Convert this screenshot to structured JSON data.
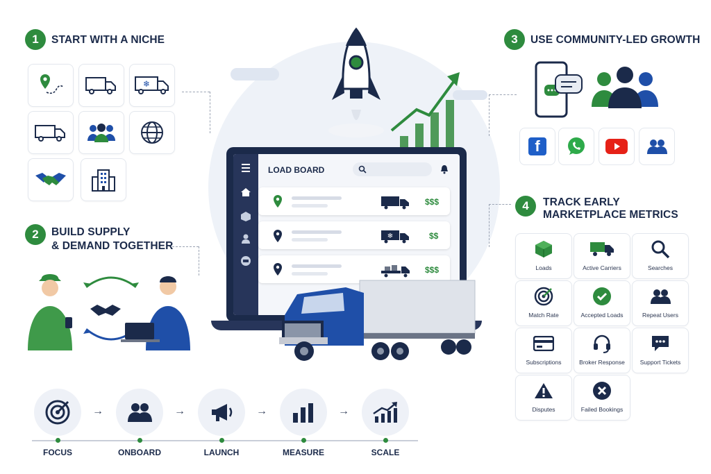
{
  "steps": {
    "s1": {
      "num": "1",
      "title": "START WITH A NICHE"
    },
    "s2": {
      "num": "2",
      "title_line1": "BUILD SUPPLY",
      "title_line2": "& DEMAND TOGETHER"
    },
    "s3": {
      "num": "3",
      "title": "USE COMMUNITY-LED GROWTH"
    },
    "s4": {
      "num": "4",
      "title_line1": "TRACK EARLY",
      "title_line2": "MARKETPLACE METRICS"
    }
  },
  "niche_icons": [
    "route-icon",
    "box-truck-icon",
    "refrigerated-truck-icon",
    "flatbed-truck-icon",
    "community-icon",
    "globe-icon",
    "handshake-icon",
    "building-icon"
  ],
  "social_icons": [
    "facebook-icon",
    "whatsapp-icon",
    "youtube-icon",
    "group-icon"
  ],
  "load_board": {
    "title": "LOAD BOARD",
    "rows": [
      {
        "price": "$$$",
        "truck": "box-truck-icon"
      },
      {
        "price": "$$",
        "truck": "refrigerated-truck-icon"
      },
      {
        "price": "$$$",
        "truck": "flatbed-truck-icon"
      }
    ]
  },
  "metrics": [
    {
      "label": "Loads",
      "icon": "cube-icon"
    },
    {
      "label": "Active Carriers",
      "icon": "truck-icon"
    },
    {
      "label": "Searches",
      "icon": "magnifier-icon"
    },
    {
      "label": "Match Rate",
      "icon": "target-icon"
    },
    {
      "label": "Accepted Loads",
      "icon": "check-circle-icon"
    },
    {
      "label": "Repeat Users",
      "icon": "users-icon"
    },
    {
      "label": "Subscriptions",
      "icon": "credit-card-icon"
    },
    {
      "label": "Broker Response",
      "icon": "headset-icon"
    },
    {
      "label": "Support Tickets",
      "icon": "chat-bubble-icon"
    },
    {
      "label": "Disputes",
      "icon": "warning-icon"
    },
    {
      "label": "Failed Bookings",
      "icon": "x-circle-icon"
    }
  ],
  "flow": [
    {
      "label": "FOCUS",
      "icon": "target-icon"
    },
    {
      "label": "ONBOARD",
      "icon": "users-icon"
    },
    {
      "label": "LAUNCH",
      "icon": "megaphone-icon"
    },
    {
      "label": "MEASURE",
      "icon": "bar-chart-icon"
    },
    {
      "label": "SCALE",
      "icon": "growth-chart-icon"
    }
  ],
  "colors": {
    "green": "#2e8b3e",
    "navy": "#1b2a4a",
    "blue": "#1f4fa8"
  }
}
